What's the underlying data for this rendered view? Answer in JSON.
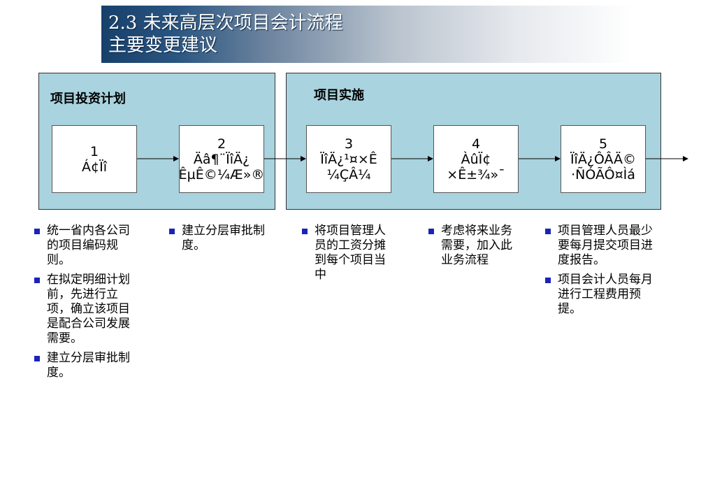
{
  "title": {
    "line1": "2.3 未来高层次项目会计流程",
    "line2": "主要变更建议"
  },
  "phases": [
    {
      "label": "项目投资计划"
    },
    {
      "label": "项目实施"
    }
  ],
  "steps": [
    {
      "number": "1",
      "line1": "Á¢Ïî",
      "line2": ""
    },
    {
      "number": "2",
      "line1": "Äâ¶¨ÏîÄ¿",
      "line2": "ÊµÊ©¼Æ»®"
    },
    {
      "number": "3",
      "line1": "ÏîÄ¿¹¤×Ê",
      "line2": "¼ÇÂ¼"
    },
    {
      "number": "4",
      "line1": "ÀûÏ¢",
      "line2": "×Ê±¾»¯"
    },
    {
      "number": "5",
      "line1": "ÏîÄ¿ÔÂÄ©",
      "line2": "·ÑÓÃÔ¤Ìá"
    }
  ],
  "notes": [
    [
      "统一省内各公司的项目编码规则。",
      "在拟定明细计划前，先进行立项，确立该项目是配合公司发展需要。",
      "建立分层审批制度。"
    ],
    [
      "建立分层审批制度。"
    ],
    [
      "将项目管理人员的工资分摊到每个项目当中"
    ],
    [
      "考虑将来业务需要，加入此业务流程"
    ],
    [
      "项目管理人员最少要每月提交项目进度报告。",
      "项目会计人员每月进行工程费用预提。"
    ]
  ],
  "colors": {
    "panel_fill": "#a9d3de",
    "bullet": "#1a23b8",
    "banner_dark": "#17406b"
  }
}
